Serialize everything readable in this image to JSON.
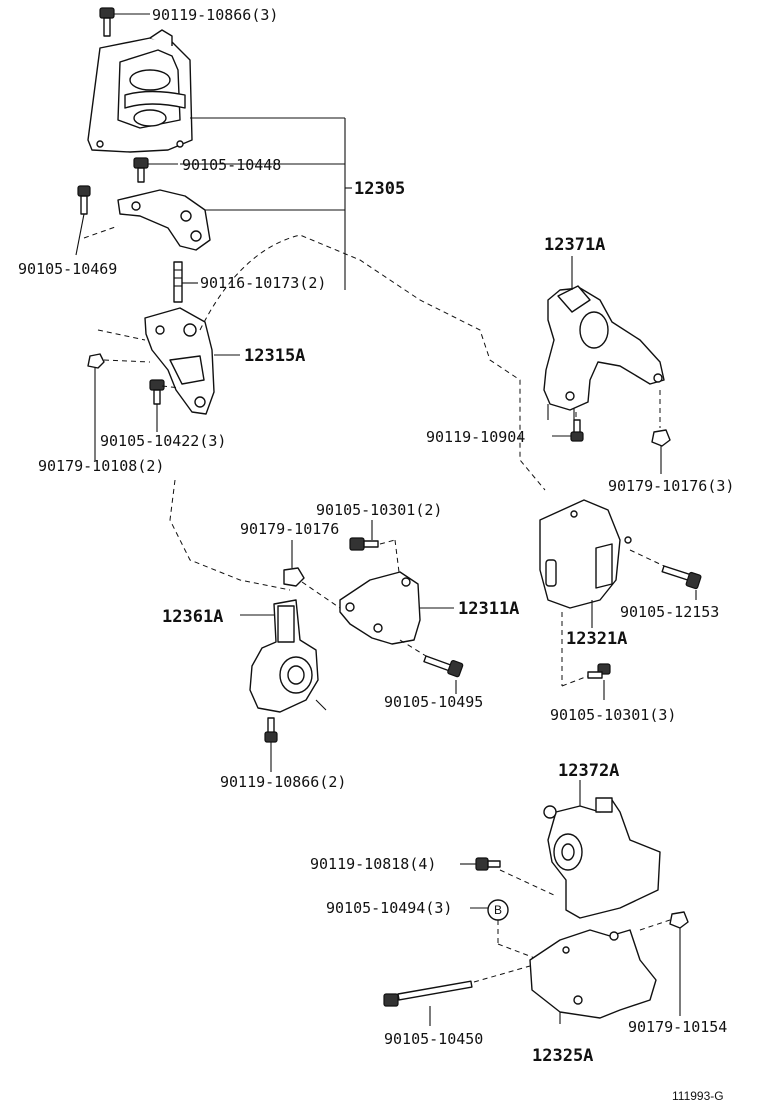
{
  "labels": {
    "p_90119_10866_3": "90119-10866(3)",
    "p_90105_10448": "90105-10448",
    "p_12305": "12305",
    "p_90105_10469": "90105-10469",
    "p_90116_10173_2": "90116-10173(2)",
    "p_12315A": "12315A",
    "p_90105_10422_3": "90105-10422(3)",
    "p_90179_10108_2": "90179-10108(2)",
    "p_12371A": "12371A",
    "p_90119_10904": "90119-10904",
    "p_90179_10176_3": "90179-10176(3)",
    "p_90105_10301_2": "90105-10301(2)",
    "p_90179_10176": "90179-10176",
    "p_12361A": "12361A",
    "p_12311A": "12311A",
    "p_12321A": "12321A",
    "p_90105_12153": "90105-12153",
    "p_90105_10495": "90105-10495",
    "p_90105_10301_3": "90105-10301(3)",
    "p_90119_10866_2": "90119-10866(2)",
    "p_12372A": "12372A",
    "p_90119_10818_4": "90119-10818(4)",
    "p_90105_10494_3": "90105-10494(3)",
    "ref_B": "B",
    "p_90105_10450": "90105-10450",
    "p_90179_10154": "90179-10154",
    "p_12325A": "12325A",
    "code": "111993-G"
  }
}
